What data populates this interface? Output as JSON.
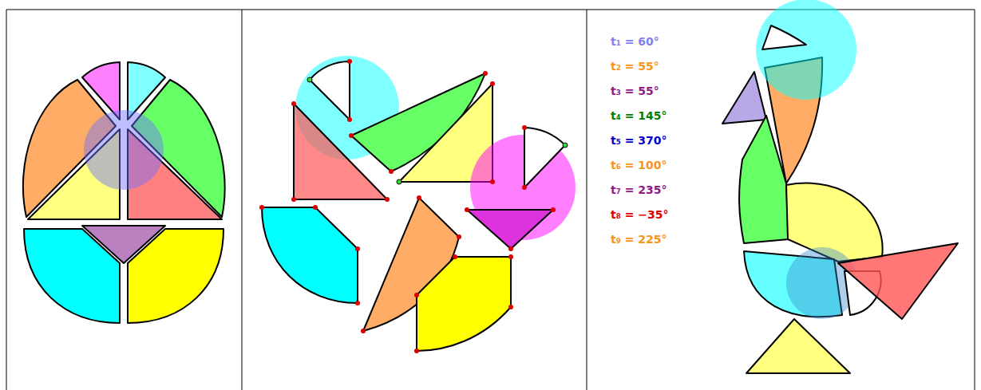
{
  "diagram": {
    "labels": [
      "t₁ = 60°",
      "t₂ = 55°",
      "t₃ = 55°",
      "t₄ = 145°",
      "t₅ = 370°",
      "t₆ = 100°",
      "t₇ = 235°",
      "t₈ = −35°",
      "t₉ = 225°"
    ]
  }
}
